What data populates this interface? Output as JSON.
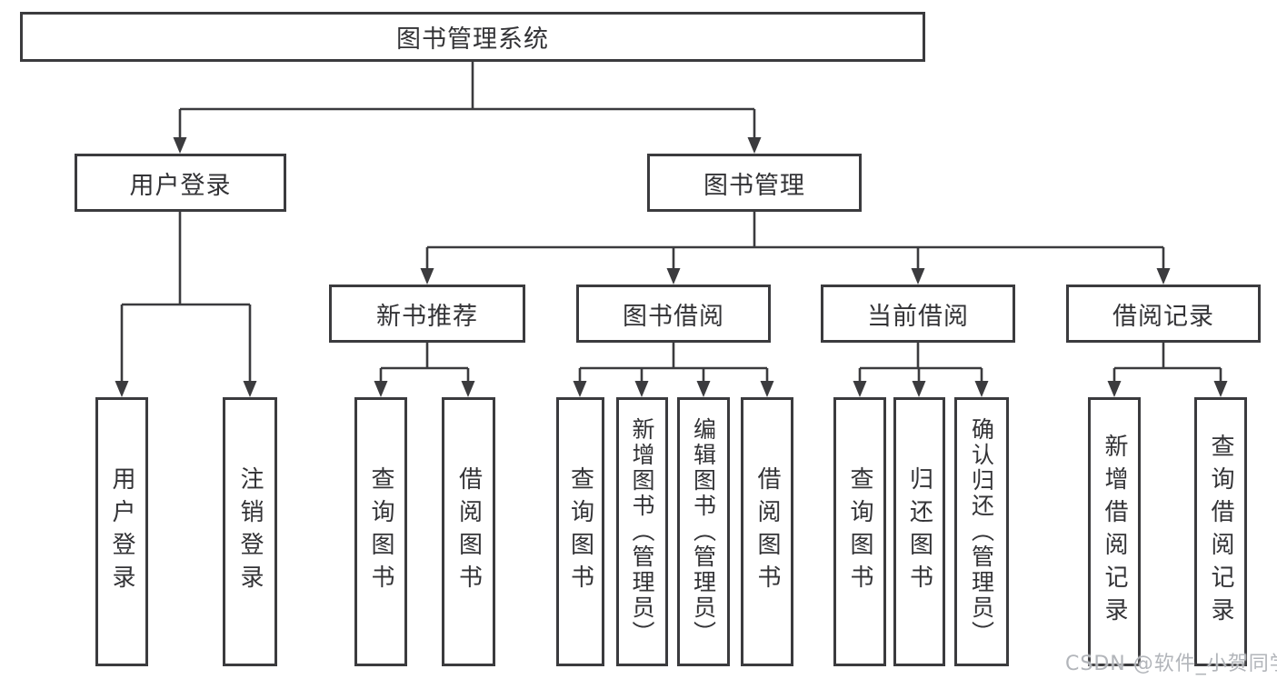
{
  "diagram": {
    "root": {
      "label": "图书管理系统"
    },
    "branches": [
      {
        "label": "用户登录",
        "children": [
          {
            "label": "用户登录"
          },
          {
            "label": "注销登录"
          }
        ]
      },
      {
        "label": "图书管理",
        "children": [
          {
            "label": "新书推荐",
            "children": [
              {
                "label": "查询图书"
              },
              {
                "label": "借阅图书"
              }
            ]
          },
          {
            "label": "图书借阅",
            "children": [
              {
                "label": "查询图书"
              },
              {
                "label": "新增图书（管理员）"
              },
              {
                "label": "编辑图书（管理员）"
              },
              {
                "label": "借阅图书"
              }
            ]
          },
          {
            "label": "当前借阅",
            "children": [
              {
                "label": "查询图书"
              },
              {
                "label": "归还图书"
              },
              {
                "label": "确认归还（管理员）"
              }
            ]
          },
          {
            "label": "借阅记录",
            "children": [
              {
                "label": "新增借阅记录"
              },
              {
                "label": "查询借阅记录"
              }
            ]
          }
        ]
      }
    ]
  },
  "watermark": {
    "text": "CSDN @软件_小贺同学"
  },
  "colors": {
    "line": "#3b3b3e",
    "text": "#333336",
    "watermark": "#b2b5ba",
    "background": "#ffffff"
  }
}
